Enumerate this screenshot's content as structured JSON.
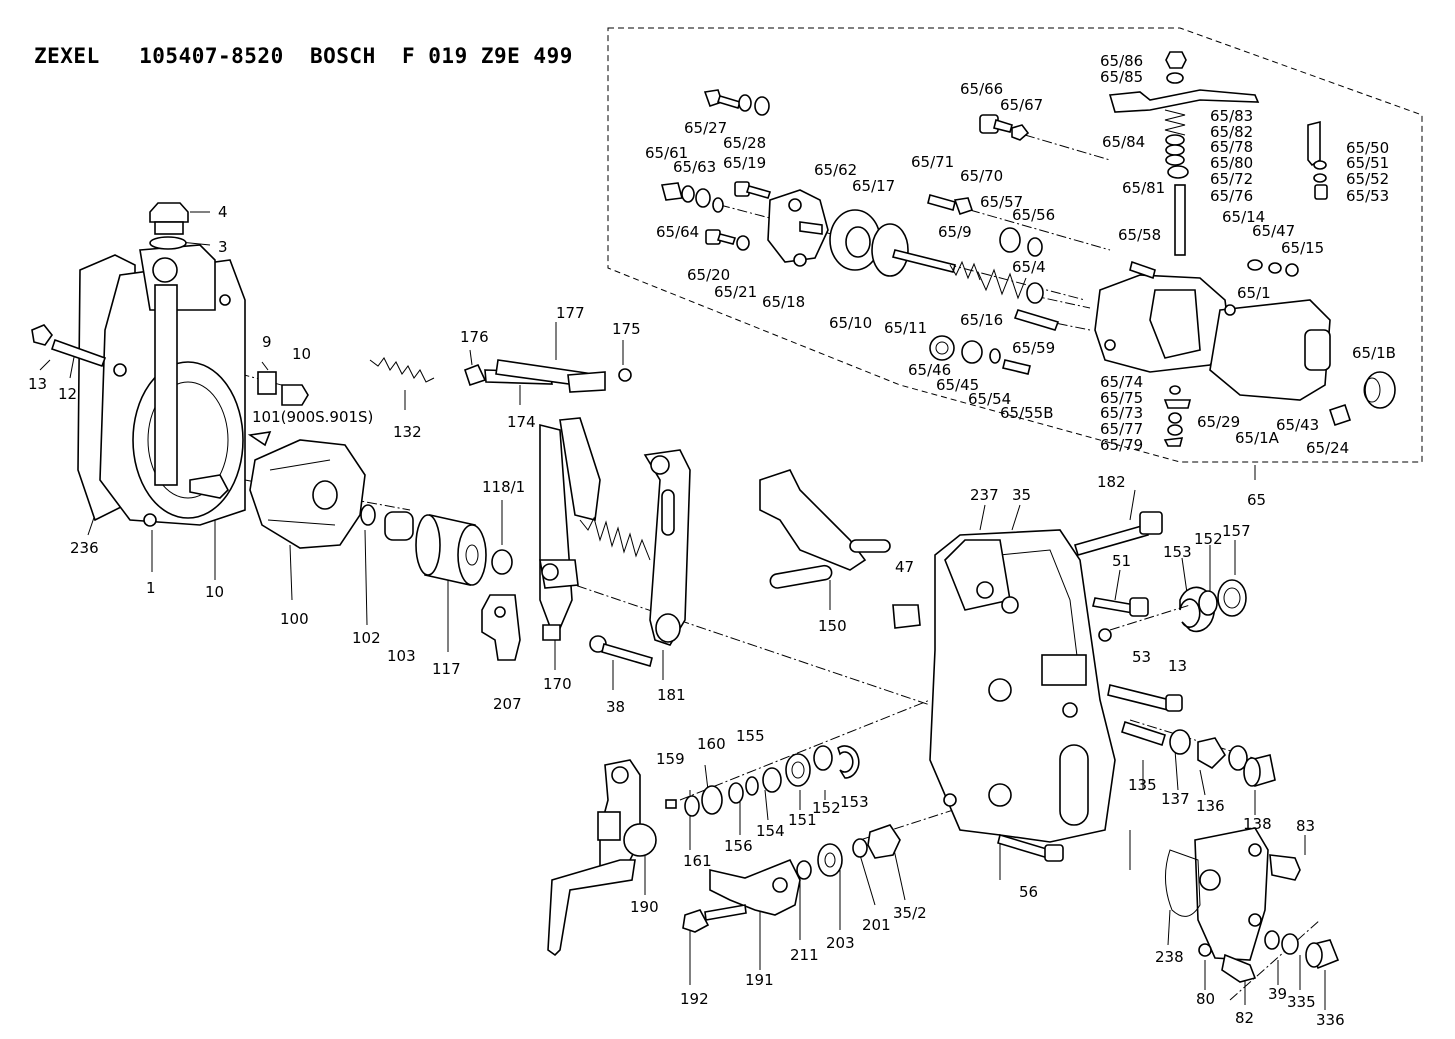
{
  "title": "ZEXEL   105407-8520  BOSCH  F 019 Z9E 499",
  "labels": [
    "4",
    "3",
    "9",
    "10",
    "13",
    "12",
    "101(900S.901S)",
    "132",
    "177",
    "176",
    "175",
    "174",
    "236",
    "1",
    "10",
    "100",
    "102",
    "103",
    "117",
    "118/1",
    "207",
    "170",
    "38",
    "181",
    "150",
    "47",
    "237",
    "35",
    "182",
    "51",
    "153",
    "152",
    "157",
    "53",
    "13",
    "135",
    "137",
    "136",
    "138",
    "159",
    "160",
    "155",
    "161",
    "156",
    "154",
    "151",
    "152",
    "153",
    "190",
    "192",
    "191",
    "211",
    "203",
    "201",
    "35/2",
    "56",
    "83",
    "238",
    "80",
    "82",
    "39",
    "335",
    "336",
    "65/27",
    "65/28",
    "65/19",
    "65/61",
    "65/63",
    "65/64",
    "65/20",
    "65/21",
    "65/18",
    "65/62",
    "65/17",
    "65/10",
    "65/11",
    "65/71",
    "65/70",
    "65/57",
    "65/56",
    "65/9",
    "65/4",
    "65/16",
    "65/59",
    "65/46",
    "65/45",
    "65/54",
    "65/55B",
    "65/66",
    "65/67",
    "65/84",
    "65/86",
    "65/85",
    "65/83",
    "65/82",
    "65/78",
    "65/80",
    "65/72",
    "65/81",
    "65/76",
    "65/58",
    "65/14",
    "65/47",
    "65/15",
    "65/50",
    "65/51",
    "65/52",
    "65/53",
    "65/1",
    "65/1B",
    "65/74",
    "65/75",
    "65/73",
    "65/77",
    "65/79",
    "65/29",
    "65/1A",
    "65/43",
    "65/24",
    "65"
  ]
}
